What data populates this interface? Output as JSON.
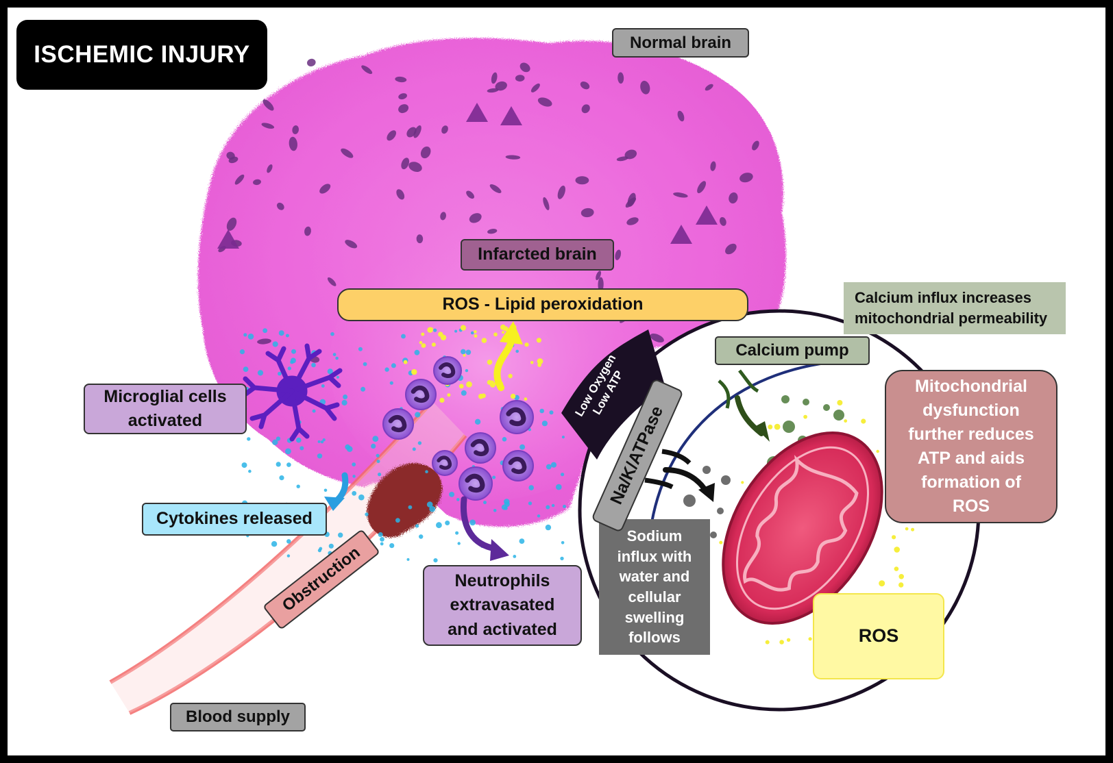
{
  "title": "ISCHEMIC INJURY",
  "labels": {
    "normal_brain": "Normal brain",
    "infarcted_brain": "Infarcted brain",
    "ros_lipid": "ROS - Lipid peroxidation",
    "calcium_influx": "Calcium influx increases\nmitochondrial permeability",
    "calcium_pump": "Calcium pump",
    "microglial": "Microglial cells\nactivated",
    "mito_dysfunction": "Mitochondrial\ndysfunction\nfurther reduces\nATP and aids\nformation of\nROS",
    "cytokines": "Cytokines released",
    "sodium_influx": "Sodium\ninflux with\nwater and\ncellular\nswelling\nfollows",
    "neutrophils": "Neutrophils\nextravasated\nand activated",
    "ros": "ROS",
    "blood_supply": "Blood supply",
    "obstruction": "Obstruction",
    "nak_atpase": "Na/K/ATPase",
    "low_oxygen": "Low Oxygen\nLow ATP"
  },
  "colors": {
    "brain": "#ec68dc",
    "brain_light": "#f58ee8",
    "neuron": "#6a2f80",
    "microglia": "#5b1fbf",
    "neutrophil": "#8a4fd0",
    "cytokine_dots": "#2ab4e6",
    "ros_dots": "#f6ee3c",
    "vessel": "#f26a6a",
    "clot": "#8b2a2a",
    "mitochondrion": "#d62a58",
    "cell_membrane": "#1f2f7a",
    "calcium_dots": "#4c7a3a",
    "sodium_dots": "#555555"
  }
}
